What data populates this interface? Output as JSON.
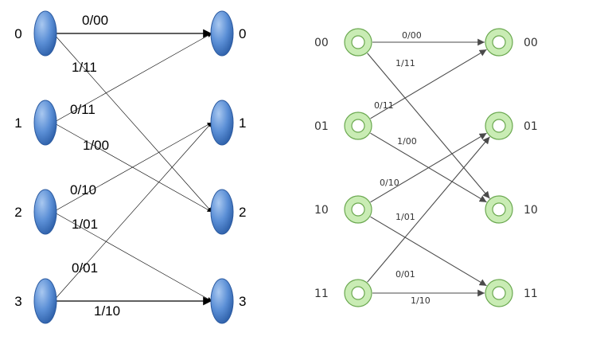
{
  "colors": {
    "left_node_fill": "#4f81c4",
    "left_node_stroke": "#2b5aa0",
    "right_ring_fill": "#c9ecb4",
    "right_ring_stroke": "#6aa84f",
    "edge_left": "#000000",
    "edge_right": "#4a4a4a"
  },
  "left_diagram": {
    "states": [
      "0",
      "1",
      "2",
      "3"
    ],
    "transitions": [
      {
        "from": 0,
        "to": 0,
        "label": "0/00"
      },
      {
        "from": 0,
        "to": 2,
        "label": "1/11"
      },
      {
        "from": 1,
        "to": 0,
        "label": "0/11"
      },
      {
        "from": 1,
        "to": 2,
        "label": "1/00"
      },
      {
        "from": 2,
        "to": 1,
        "label": "0/10"
      },
      {
        "from": 2,
        "to": 3,
        "label": "1/01"
      },
      {
        "from": 3,
        "to": 1,
        "label": "0/01"
      },
      {
        "from": 3,
        "to": 3,
        "label": "1/10"
      }
    ]
  },
  "right_diagram": {
    "states": [
      "00",
      "01",
      "10",
      "11"
    ],
    "transitions": [
      {
        "from": 0,
        "to": 0,
        "label": "0/00"
      },
      {
        "from": 0,
        "to": 2,
        "label": "1/11"
      },
      {
        "from": 1,
        "to": 0,
        "label": "0/11"
      },
      {
        "from": 1,
        "to": 2,
        "label": "1/00"
      },
      {
        "from": 2,
        "to": 1,
        "label": "0/10"
      },
      {
        "from": 2,
        "to": 3,
        "label": "1/01"
      },
      {
        "from": 3,
        "to": 1,
        "label": "0/01"
      },
      {
        "from": 3,
        "to": 3,
        "label": "1/10"
      }
    ]
  }
}
